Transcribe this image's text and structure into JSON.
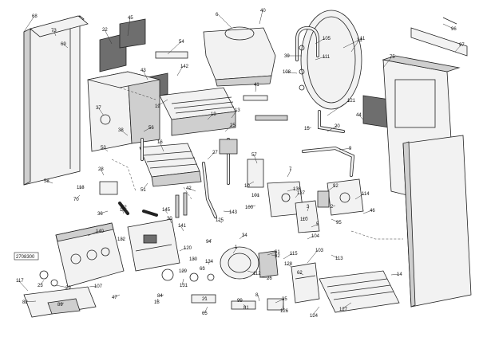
{
  "diagram": {
    "part_numbers": [
      "68",
      "73",
      "69",
      "45",
      "22",
      "54",
      "6",
      "40",
      "11",
      "105",
      "96",
      "97",
      "43",
      "142",
      "39",
      "111",
      "108",
      "75",
      "41",
      "31",
      "37",
      "12",
      "56",
      "38",
      "13",
      "19",
      "25",
      "121",
      "44",
      "15",
      "51",
      "53",
      "16",
      "27",
      "9",
      "20",
      "42",
      "57",
      "10",
      "28",
      "136",
      "92",
      "2",
      "114",
      "118",
      "70",
      "101",
      "100",
      "36",
      "143",
      "17",
      "52",
      "145",
      "30",
      "46",
      "110",
      "95",
      "141",
      "125",
      "94",
      "140",
      "132",
      "61",
      "120",
      "130",
      "134",
      "103",
      "63",
      "112",
      "129",
      "131",
      "26",
      "115",
      "62",
      "126",
      "35",
      "127",
      "128",
      "124",
      "117",
      "82",
      "89",
      "23",
      "29",
      "32",
      "5",
      "104",
      "7",
      "34",
      "1",
      "14",
      "58",
      "47",
      "18",
      "84",
      "21",
      "65",
      "81",
      "8",
      "107",
      "113",
      "99",
      "137",
      "3"
    ],
    "box_label": "2708300"
  }
}
